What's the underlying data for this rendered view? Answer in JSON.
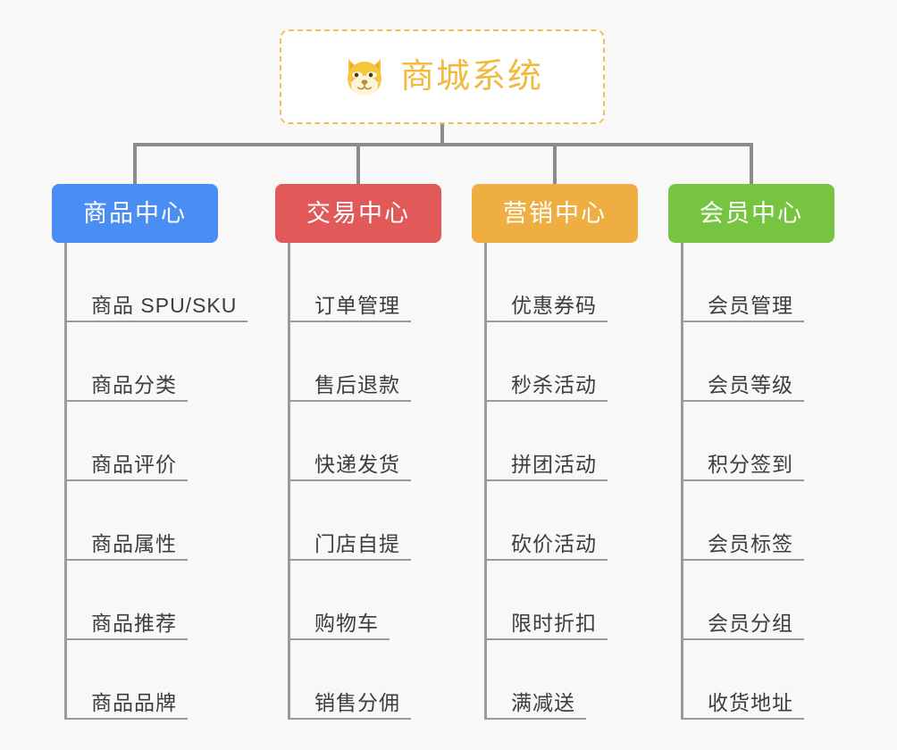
{
  "diagram": {
    "type": "org-tree",
    "background_color": "#f8f8f8",
    "connector_color": "#8c8c8c",
    "root": {
      "label": "商城系统",
      "icon": "shiba-dog-face-icon",
      "text_color": "#f0b940",
      "border_color": "#f2c155",
      "background_color": "#ffffff",
      "border_style": "dashed"
    },
    "branches": [
      {
        "label": "商品中心",
        "color": "#4a8ef4",
        "items": [
          "商品 SPU/SKU",
          "商品分类",
          "商品评价",
          "商品属性",
          "商品推荐",
          "商品品牌"
        ]
      },
      {
        "label": "交易中心",
        "color": "#e2595a",
        "items": [
          "订单管理",
          "售后退款",
          "快递发货",
          "门店自提",
          "购物车",
          "销售分佣"
        ]
      },
      {
        "label": "营销中心",
        "color": "#eeae41",
        "items": [
          "优惠券码",
          "秒杀活动",
          "拼团活动",
          "砍价活动",
          "限时折扣",
          "满减送"
        ]
      },
      {
        "label": "会员中心",
        "color": "#76c43f",
        "items": [
          "会员管理",
          "会员等级",
          "积分签到",
          "会员标签",
          "会员分组",
          "收货地址"
        ]
      }
    ]
  }
}
